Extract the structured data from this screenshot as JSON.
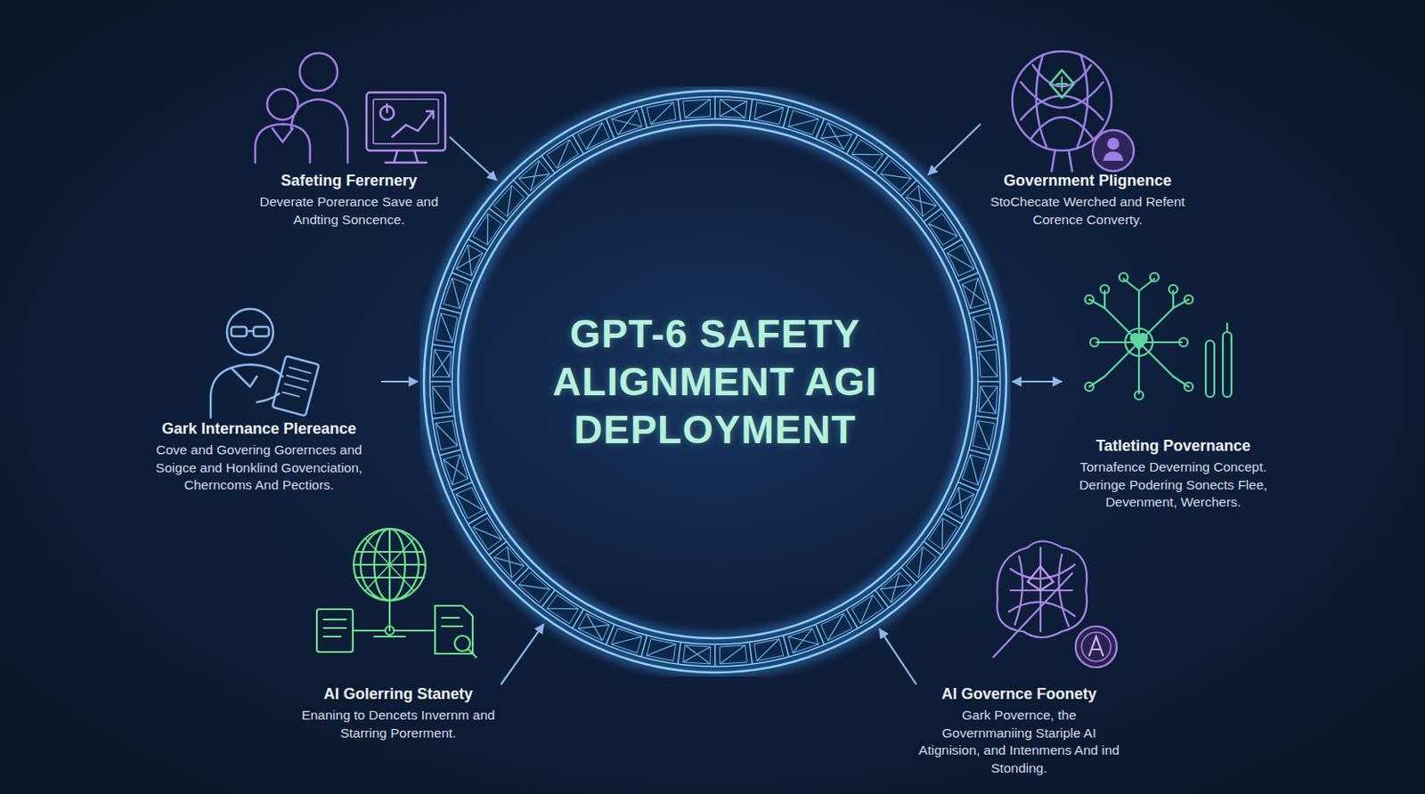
{
  "diagram": {
    "nodes": [
      {
        "text": [
          "Safeting Ferernery",
          "Deverate Porerance Save and Andting Soncence."
        ]
      },
      {
        "text": [
          "Government Plignence",
          "StoChecate Werched and Refent Corence Converty."
        ]
      },
      {
        "text": [
          "GPT-6 SAFETY ALIGNMENT AGI DEPLOYMENT"
        ]
      },
      {
        "text": [
          "Gark Internance Plereance",
          "Cove and Govering Gorernces and Soigce and Honklind Govenciation, Cherncoms And Pectiors."
        ]
      },
      {
        "text": [
          "Tatleting Povernance",
          "Tornafence Deverning Concept. Deringe Podering Sonects Flee, Devenment, Werchers."
        ]
      },
      {
        "text": [
          "AI Golerring Stanety",
          "Enaning to Dencets Invernm and Starring Porerment."
        ]
      },
      {
        "text": [
          "AI Governce Foonety",
          "Gark Povernce, the Governmaniing Stariple AI Atignision, and Intenmens And ind Stonding."
        ]
      }
    ],
    "edges": [
      {
        "from": 0,
        "to": 2,
        "arrow": "to"
      },
      {
        "from": 1,
        "to": 2,
        "arrow": "to"
      },
      {
        "from": 3,
        "to": 2,
        "arrow": "to"
      },
      {
        "from": 2,
        "to": 4,
        "arrow": "both"
      },
      {
        "from": 5,
        "to": 2,
        "arrow": "to"
      },
      {
        "from": 6,
        "to": 2,
        "arrow": "to"
      }
    ]
  }
}
